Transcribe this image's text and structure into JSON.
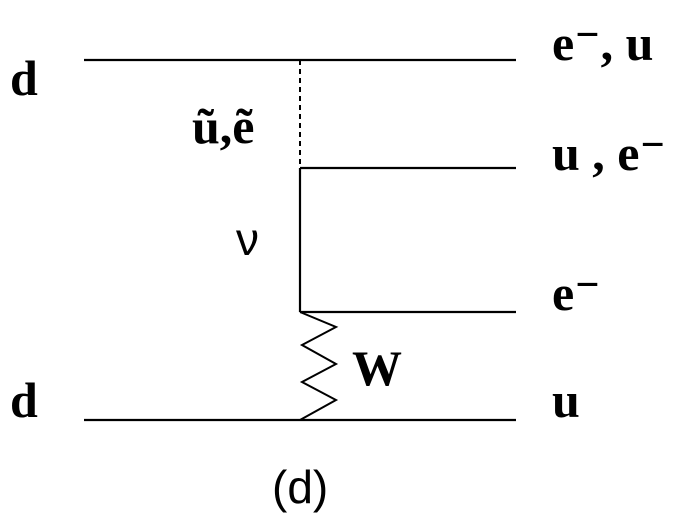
{
  "diagram": {
    "incoming_top": "d",
    "incoming_bottom": "d",
    "outgoing_1": "e⁻, u",
    "outgoing_2": "u , e⁻",
    "outgoing_3": "e⁻",
    "outgoing_4": "u",
    "exchange_upper": "ũ,ẽ",
    "exchange_middle": "ν",
    "exchange_lower": "W",
    "caption": "(d)"
  }
}
